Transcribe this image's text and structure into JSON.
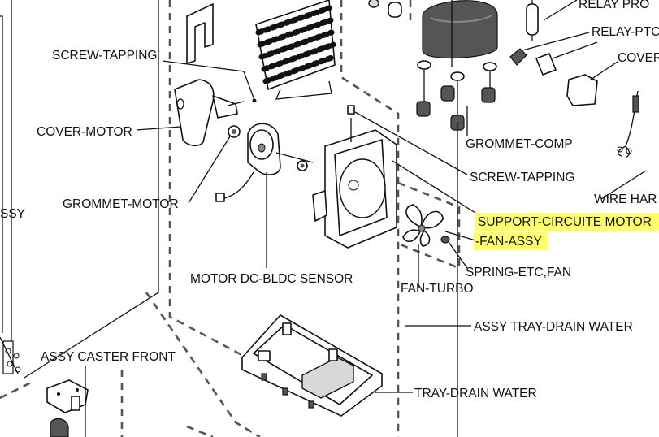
{
  "diagram": {
    "labels": {
      "relay_pro": "RELAY PRO",
      "relay_ptc": "RELAY-PTC",
      "cover": "COVER",
      "screw_tapping_top": "SCREW-TAPPING",
      "cover_motor": "COVER-MOTOR",
      "grommet_comp": "GROMMET-COMP",
      "screw_tapping_mid": "SCREW-TAPPING",
      "grommet_motor": "GROMMET-MOTOR",
      "wire_har": "WIRE HAR",
      "assy_left": "SSY",
      "support_circuit_motor": "SUPPORT-CIRCUITE MOTOR",
      "fan_assy": "-FAN-ASSY",
      "spring_etc_fan": "SPRING-ETC,FAN",
      "motor_dc_bldc_sensor": "MOTOR DC-BLDC SENSOR",
      "fan_turbo": "FAN-TURBO",
      "assy_tray_drain_water": "ASSY TRAY-DRAIN WATER",
      "assy_caster_front": "ASSY CASTER FRONT",
      "tray_drain_water": "TRAY-DRAIN WATER"
    },
    "colors": {
      "highlight": "#ffff4d",
      "line": "#111111",
      "dashed_boundary": "#555555"
    }
  }
}
